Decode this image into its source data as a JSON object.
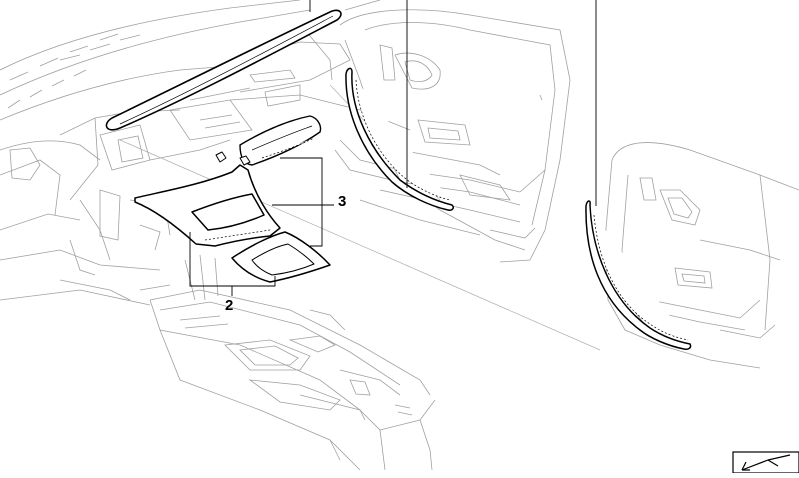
{
  "diagram": {
    "callouts": [
      {
        "id": "3",
        "label": "3"
      },
      {
        "id": "2",
        "label": "2"
      }
    ],
    "icons": {
      "corner_symbol": "folded-arrow-icon"
    },
    "colors": {
      "line": "#000000",
      "ghost_line": "#9a9a9a",
      "background": "#ffffff"
    }
  }
}
